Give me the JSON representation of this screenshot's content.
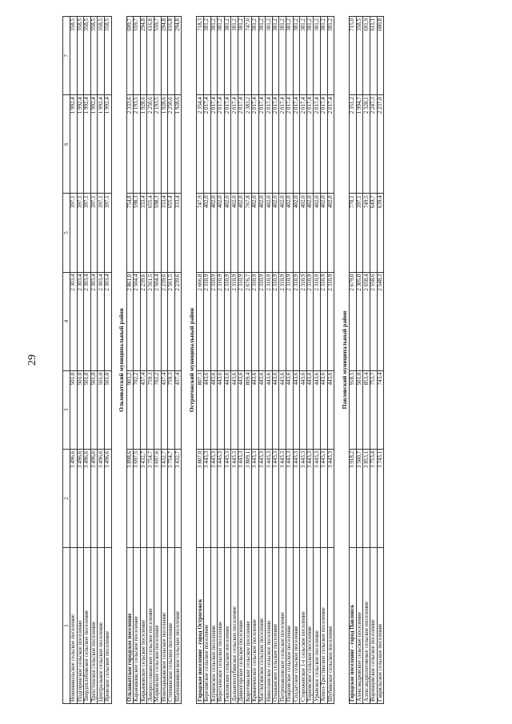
{
  "page_number": "29",
  "columns": [
    "1",
    "2",
    "3",
    "4",
    "5",
    "6",
    "7"
  ],
  "groups": [
    {
      "title": "",
      "rows": [
        [
          "Новоникольское сельское поселение",
          "3 496,6",
          "501,0",
          "2 303,4",
          "397,1",
          "1 992,4",
          "358,5"
        ],
        [
          "Подгоренское сельское поселение",
          "3 496,6",
          "501,0",
          "2 303,4",
          "397,1",
          "1 992,4",
          "358,5"
        ],
        [
          "Твердохлебовское сельское поселение",
          "3 496,6",
          "501,0",
          "2 303,4",
          "397,1",
          "1 992,4",
          "358,5"
        ],
        [
          "Трехстенское сельское поселение",
          "3 496,6",
          "501,0",
          "2 303,4",
          "397,1",
          "1 992,4",
          "358,5"
        ],
        [
          "Центральное сельское поселение",
          "3 496,6",
          "501,0",
          "2 303,4",
          "397,1",
          "1 992,4",
          "358,5"
        ],
        [
          "Яровское сельское поселение",
          "3 496,6",
          "501,0",
          "2 303,4",
          "397,1",
          "1 992,4",
          "358,5"
        ]
      ]
    },
    {
      "title": "Ольховатский муниципальный район",
      "rows": [
        [
          "Ольховатское городское поселение",
          "3 898,6",
          "903,2",
          "2 861,0",
          "754,8",
          "2 333,6",
          "699,7"
        ],
        [
          "Караяшникское сельское поселение",
          "3 697,5",
          "702,2",
          "2 504,4",
          "598,3",
          "2 193,5",
          "559,7"
        ],
        [
          "Кирьяновское сельское поселение",
          "3 432,7",
          "437,4",
          "2 239,6",
          "333,4",
          "1 928,6",
          "294,8"
        ],
        [
          "Левороссошанское сельское поселение",
          "3 754,7",
          "759,3",
          "2 561,5",
          "655,4",
          "2 250,6",
          "616,8"
        ],
        [
          "Марковское сельское поселение",
          "3 697,6",
          "702,2",
          "2 504,4",
          "598,3",
          "2 193,5",
          "559,7"
        ],
        [
          "Новохарьковское сельское поселение",
          "3 432,7",
          "437,4",
          "2 239,6",
          "333,4",
          "1 928,6",
          "294,8"
        ],
        [
          "Степнянское сельское поселение",
          "3 754,7",
          "759,3",
          "2 561,5",
          "655,4",
          "2 250,6",
          "616,8"
        ],
        [
          "Шапошниковское сельское поселение",
          "3 432,7",
          "437,4",
          "2 239,6",
          "333,4",
          "1 928,6",
          "294,8"
        ]
      ]
    },
    {
      "title": "Острогожский муниципальный район",
      "rows": [
        [
          "Городское поселение - город Острогожск",
          "3 807,0",
          "807,3",
          "2 666,8",
          "747,9",
          "2 354,4",
          "718,3"
        ],
        [
          "Березовское сельское поселение",
          "3 443,3",
          "443,6",
          "2 310,9",
          "402,0",
          "2 017,4",
          "381,2"
        ],
        [
          "Блуменское сельское поселение",
          "3 443,3",
          "443,6",
          "2 310,9",
          "402,0",
          "2 017,4",
          "381,2"
        ],
        [
          "Веретьевское сельское поселение",
          "3 443,3",
          "443,6",
          "2 310,9",
          "402,0",
          "2 017,4",
          "381,2"
        ],
        [
          "Гниловское сельское поселение",
          "3 443,3",
          "443,6",
          "2 310,9",
          "402,0",
          "2 017,4",
          "381,2"
        ],
        [
          "Дальнеполубянское сельское поселение",
          "3 443,3",
          "443,6",
          "2 310,9",
          "402,0",
          "2 017,4",
          "381,2"
        ],
        [
          "Дивногорское сельское поселение",
          "3 443,3",
          "443,6",
          "2 310,9",
          "402,0",
          "2 017,4",
          "381,2"
        ],
        [
          "Коротоякское сельское поселение",
          "3 809,1",
          "809,4",
          "2 676,7",
          "767,8",
          "2 383,2",
          "747,0"
        ],
        [
          "Криниченское сельское поселение",
          "3 443,3",
          "443,6",
          "2 310,9",
          "402,0",
          "2 017,4",
          "381,2"
        ],
        [
          "Мастюгинское сельское поселение",
          "3 443,3",
          "443,6",
          "2 310,9",
          "402,0",
          "2 017,4",
          "381,2"
        ],
        [
          "Николаевское сельское поселение",
          "3 443,3",
          "443,6",
          "2 310,9",
          "402,0",
          "2 017,4",
          "381,2"
        ],
        [
          "Ольшанское сельское поселение",
          "3 443,3",
          "443,6",
          "2 310,9",
          "402,0",
          "2 017,4",
          "381,2"
        ],
        [
          "Петропавловское сельское поселение",
          "3 443,3",
          "443,6",
          "2 310,9",
          "402,0",
          "2 017,4",
          "381,2"
        ],
        [
          "Покровское сельское поселение",
          "3 443,3",
          "443,6",
          "2 310,9",
          "402,0",
          "2 017,4",
          "381,2"
        ],
        [
          "Солдатское сельское поселение",
          "3 443,3",
          "443,6",
          "2 310,9",
          "402,0",
          "2 017,4",
          "381,2"
        ],
        [
          "Сторожевское 1-е сельское поселение",
          "3 443,3",
          "443,6",
          "2 310,9",
          "402,0",
          "2 017,4",
          "381,2"
        ],
        [
          "Терновское сельское поселение",
          "3 443,3",
          "443,6",
          "2 310,9",
          "402,0",
          "2 017,4",
          "381,2"
        ],
        [
          "Урывское сельское поселение",
          "3 443,3",
          "443,6",
          "2 310,9",
          "402,0",
          "2 017,4",
          "381,2"
        ],
        [
          "Хохол-Тростянское сельское поселение",
          "3 443,3",
          "443,6",
          "2 310,9",
          "402,0",
          "2 017,4",
          "381,2"
        ],
        [
          "Шубинское сельское поселение",
          "3 443,3",
          "443,6",
          "2 310,9",
          "402,0",
          "2 017,4",
          "381,2"
        ]
      ]
    },
    {
      "title": "Павловский муниципальный район",
      "rows": [
        [
          "Городское поселение - город Павловск",
          "3 918,2",
          "918,5",
          "2 679,0",
          "770,1",
          "2 351,2",
          "715,0"
        ],
        [
          "Александровское сельское поселение",
          "3 500,7",
          "501,0",
          "2 305,0",
          "397,1",
          "1 994,7",
          "358,5"
        ],
        [
          "Александрологовское сельское поселение",
          "3 853,1",
          "853,4",
          "2 658,4",
          "749,5",
          "2 328,1",
          "691,9"
        ],
        [
          "Воронцовское сельское поселение",
          "3 753,4",
          "753,7",
          "2 558,6",
          "649,7",
          "2 247,3",
          "611,1"
        ],
        [
          "Гаврильское сельское поселение",
          "3 743,1",
          "743,4",
          "2 548,3",
          "639,4",
          "2 237,0",
          "600,8"
        ]
      ]
    }
  ]
}
